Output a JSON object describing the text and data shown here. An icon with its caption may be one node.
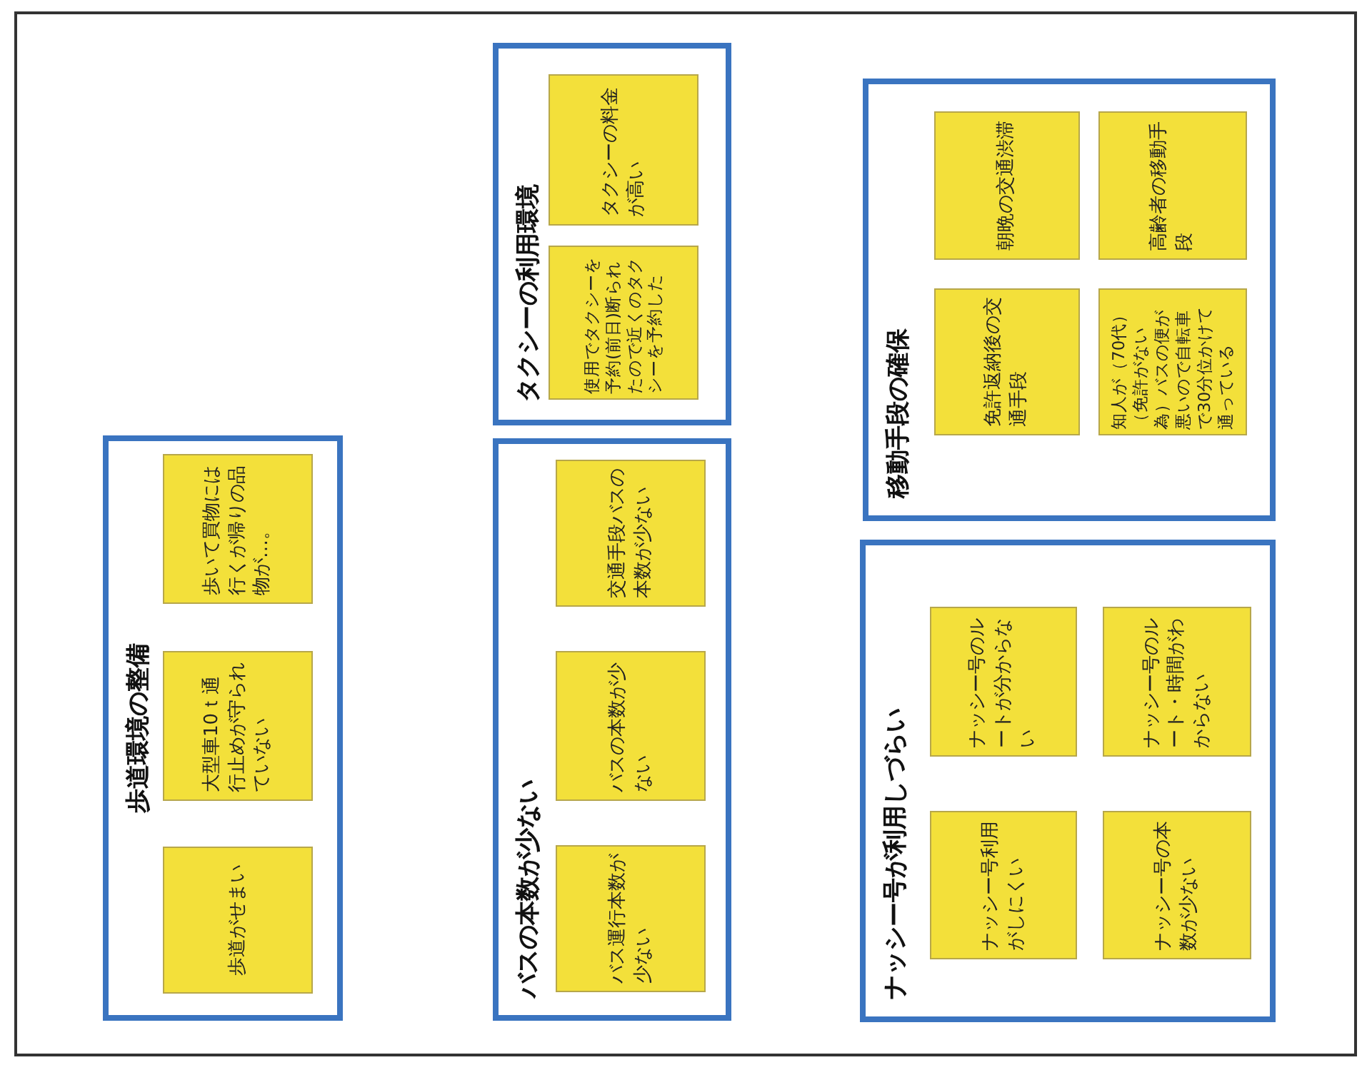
{
  "diagram": {
    "nodes": [
      {
        "text": [
          "歩道環境の整備"
        ]
      },
      {
        "text": [
          "歩道がせまい"
        ],
        "in": 0
      },
      {
        "text": [
          "大型車10ｔ通行止めが守られていない"
        ],
        "in": 0
      },
      {
        "text": [
          "歩いて買物には行くが帰りの品物が…。"
        ],
        "in": 0
      },
      {
        "text": [
          "バスの本数が少ない"
        ]
      },
      {
        "text": [
          "バス運行本数が少ない"
        ],
        "in": 4
      },
      {
        "text": [
          "バスの本数が少ない"
        ],
        "in": 4
      },
      {
        "text": [
          "交通手段バスの本数が少ない"
        ],
        "in": 4
      },
      {
        "text": [
          "タクシーの利用環境"
        ]
      },
      {
        "text": [
          "使用でタクシーを予約(前日)断られたので近くのタクシーを予約した"
        ],
        "in": 8
      },
      {
        "text": [
          "タクシーの料金が高い"
        ],
        "in": 8
      },
      {
        "text": [
          "ナッシー号が利用しづらい"
        ]
      },
      {
        "text": [
          "ナッシー号利用がしにくい"
        ],
        "in": 11
      },
      {
        "text": [
          "ナッシー号のルートが分からない"
        ],
        "in": 11
      },
      {
        "text": [
          "ナッシー号の本数が少ない"
        ],
        "in": 11
      },
      {
        "text": [
          "ナッシー号のルート・時間がわからない"
        ],
        "in": 11
      },
      {
        "text": [
          "移動手段の確保"
        ]
      },
      {
        "text": [
          "免許返納後の交通手段"
        ],
        "in": 16
      },
      {
        "text": [
          "朝晩の交通渋滞"
        ],
        "in": 16
      },
      {
        "text": [
          "知人が（70代）（免許がない為）バスの便が悪いので自転車で30分位かけて通っている"
        ],
        "in": 16
      },
      {
        "text": [
          "高齢者の移動手段"
        ],
        "in": 16
      }
    ]
  }
}
